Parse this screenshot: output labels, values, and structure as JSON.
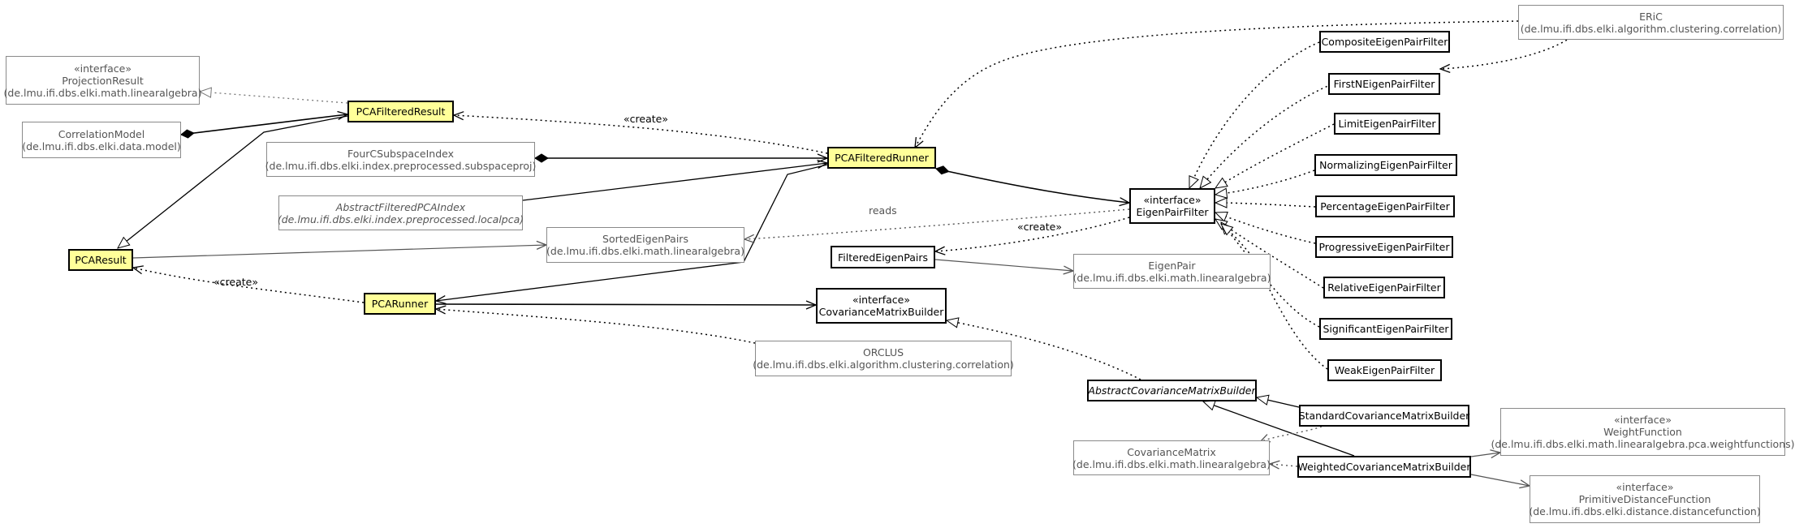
{
  "diagram": {
    "nodes": {
      "projection_result": {
        "stereotype": "«interface»",
        "name": "ProjectionResult",
        "package": "(de.lmu.ifi.dbs.elki.math.linearalgebra)"
      },
      "correlation_model": {
        "name": "CorrelationModel",
        "package": "(de.lmu.ifi.dbs.elki.data.model)"
      },
      "pca_filtered_result": {
        "name": "PCAFilteredResult"
      },
      "four_c_subspace_index": {
        "name": "FourCSubspaceIndex",
        "package": "(de.lmu.ifi.dbs.elki.index.preprocessed.subspaceproj)"
      },
      "abstract_filtered_pca_index": {
        "name": "AbstractFilteredPCAIndex",
        "package": "(de.lmu.ifi.dbs.elki.index.preprocessed.localpca)"
      },
      "pca_result": {
        "name": "PCAResult"
      },
      "sorted_eigen_pairs": {
        "name": "SortedEigenPairs",
        "package": "(de.lmu.ifi.dbs.elki.math.linearalgebra)"
      },
      "pca_runner": {
        "name": "PCARunner"
      },
      "pca_filtered_runner": {
        "name": "PCAFilteredRunner"
      },
      "filtered_eigen_pairs": {
        "name": "FilteredEigenPairs"
      },
      "eigen_pair": {
        "name": "EigenPair",
        "package": "(de.lmu.ifi.dbs.elki.math.linearalgebra)"
      },
      "covariance_matrix_builder": {
        "stereotype": "«interface»",
        "name": "CovarianceMatrixBuilder"
      },
      "orclus": {
        "name": "ORCLUS",
        "package": "(de.lmu.ifi.dbs.elki.algorithm.clustering.correlation)"
      },
      "eigen_pair_filter": {
        "stereotype": "«interface»",
        "name": "EigenPairFilter"
      },
      "eric": {
        "name": "ERiC",
        "package": "(de.lmu.ifi.dbs.elki.algorithm.clustering.correlation)"
      },
      "composite_filter": {
        "name": "CompositeEigenPairFilter"
      },
      "first_n_filter": {
        "name": "FirstNEigenPairFilter"
      },
      "limit_filter": {
        "name": "LimitEigenPairFilter"
      },
      "normalizing_filter": {
        "name": "NormalizingEigenPairFilter"
      },
      "percentage_filter": {
        "name": "PercentageEigenPairFilter"
      },
      "progressive_filter": {
        "name": "ProgressiveEigenPairFilter"
      },
      "relative_filter": {
        "name": "RelativeEigenPairFilter"
      },
      "significant_filter": {
        "name": "SignificantEigenPairFilter"
      },
      "weak_filter": {
        "name": "WeakEigenPairFilter"
      },
      "abstract_cov_builder": {
        "name": "AbstractCovarianceMatrixBuilder"
      },
      "standard_cov_builder": {
        "name": "StandardCovarianceMatrixBuilder"
      },
      "weighted_cov_builder": {
        "name": "WeightedCovarianceMatrixBuilder"
      },
      "covariance_matrix": {
        "name": "CovarianceMatrix",
        "package": "(de.lmu.ifi.dbs.elki.math.linearalgebra)"
      },
      "weight_function": {
        "stereotype": "«interface»",
        "name": "WeightFunction",
        "package": "(de.lmu.ifi.dbs.elki.math.linearalgebra.pca.weightfunctions)"
      },
      "primitive_distance_function": {
        "stereotype": "«interface»",
        "name": "PrimitiveDistanceFunction",
        "package": "(de.lmu.ifi.dbs.elki.distance.distancefunction)"
      }
    },
    "edge_labels": {
      "create_filtered": "«create»",
      "reads": "reads",
      "create_eigenpairs": "«create»",
      "create_pcaresult": "«create»"
    },
    "colors": {
      "highlight_fill": "#ffff99",
      "external_border": "#8a8a8a",
      "external_text": "#555555",
      "edge_grey": "#555555",
      "edge": "#000000"
    }
  }
}
